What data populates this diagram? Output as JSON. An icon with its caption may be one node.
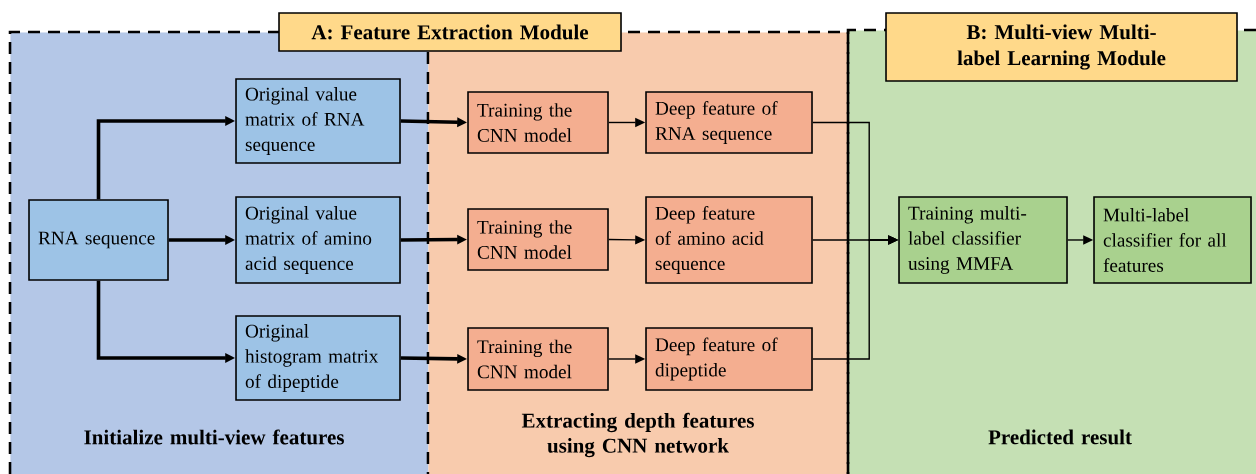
{
  "diagram": {
    "nodes": [
      {
        "text": [
          "Initialize multi-view features"
        ]
      },
      {
        "text": [
          "Extracting depth features using CNN network"
        ]
      },
      {
        "text": [
          "Predicted result"
        ]
      },
      {
        "text": [
          "A: Feature Extraction Module"
        ]
      },
      {
        "text": [
          "B: Multi-view Multi-label Learning Module"
        ]
      },
      {
        "text": [
          "RNA sequence"
        ],
        "in": 0
      },
      {
        "text": [
          "Original value matrix of RNA sequence"
        ],
        "in": 0
      },
      {
        "text": [
          "Original value matrix of amino acid sequence"
        ],
        "in": 0
      },
      {
        "text": [
          "Original histogram matrix of dipeptide"
        ],
        "in": 0
      },
      {
        "text": [
          "Training the CNN model"
        ],
        "in": 1
      },
      {
        "text": [
          "Training the CNN model"
        ],
        "in": 1
      },
      {
        "text": [
          "Training the CNN model"
        ],
        "in": 1
      },
      {
        "text": [
          "Deep feature of RNA sequence"
        ],
        "in": 1
      },
      {
        "text": [
          "Deep feature of amino acid sequence"
        ],
        "in": 1
      },
      {
        "text": [
          "Deep feature of dipeptide"
        ],
        "in": 1
      },
      {
        "text": [
          "Training multi-label classifier using MMFA"
        ],
        "in": 2
      },
      {
        "text": [
          "Multi-label classifier for all features"
        ],
        "in": 2
      }
    ],
    "edges": [
      {
        "from": 5,
        "to": 6,
        "arrow": "to",
        "style": "thick"
      },
      {
        "from": 5,
        "to": 7,
        "arrow": "to",
        "style": "thick"
      },
      {
        "from": 5,
        "to": 8,
        "arrow": "to",
        "style": "thick"
      },
      {
        "from": 6,
        "to": 9,
        "arrow": "to",
        "style": "thick"
      },
      {
        "from": 7,
        "to": 10,
        "arrow": "to",
        "style": "thick"
      },
      {
        "from": 8,
        "to": 11,
        "arrow": "to",
        "style": "thick"
      },
      {
        "from": 9,
        "to": 12,
        "arrow": "to"
      },
      {
        "from": 10,
        "to": 13,
        "arrow": "to"
      },
      {
        "from": 11,
        "to": 14,
        "arrow": "to"
      },
      {
        "from": 12,
        "to": 15,
        "arrow": "to"
      },
      {
        "from": 13,
        "to": 15,
        "arrow": "to"
      },
      {
        "from": 14,
        "to": 15,
        "arrow": "to"
      },
      {
        "from": 15,
        "to": 16,
        "arrow": "to"
      }
    ]
  }
}
